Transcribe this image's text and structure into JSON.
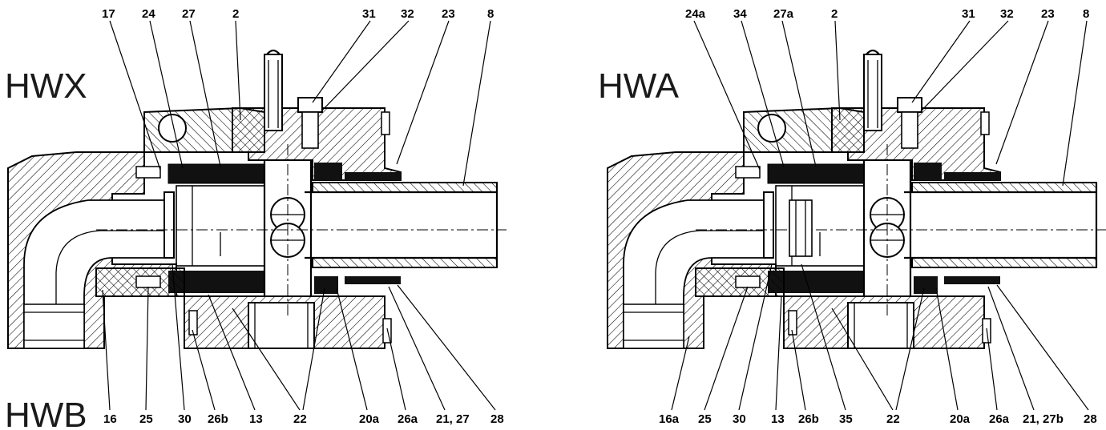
{
  "variants": {
    "top_left": "HWX",
    "bottom_left": "HWB",
    "top_right": "HWA"
  },
  "left_view": {
    "top_labels": [
      "17",
      "24",
      "27",
      "2",
      "31",
      "32",
      "23",
      "8"
    ],
    "bottom_labels": [
      "16",
      "25",
      "30",
      "26b",
      "13",
      "22",
      "20a",
      "26a",
      "21, 27",
      "28"
    ]
  },
  "right_view": {
    "top_labels": [
      "24a",
      "34",
      "27a",
      "2",
      "31",
      "32",
      "23",
      "8"
    ],
    "bottom_labels": [
      "16a",
      "25",
      "30",
      "13",
      "26b",
      "35",
      "22",
      "20a",
      "26a",
      "21, 27b",
      "28"
    ]
  }
}
